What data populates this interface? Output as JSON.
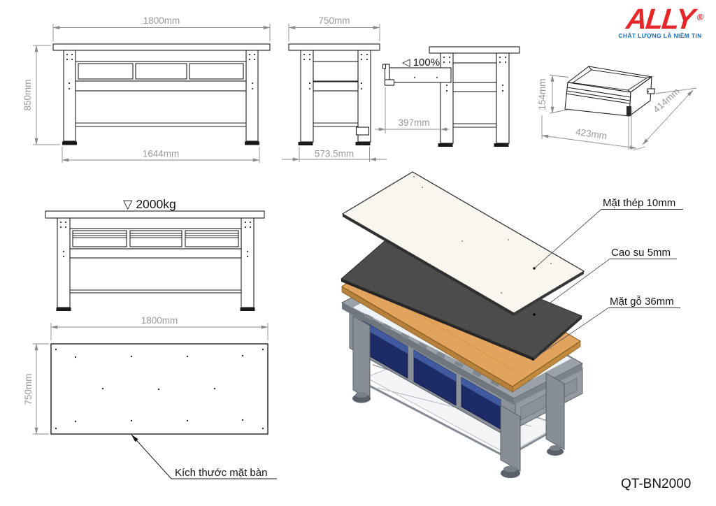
{
  "brand": {
    "name": "ALLY",
    "reg": "®",
    "tagline": "CHẤT LƯỢNG LÀ NIỀM TIN",
    "logo_color": "#e62629",
    "tagline_color": "#1d6ab4"
  },
  "model": {
    "code": "QT-BN2000"
  },
  "front_view": {
    "top_width": "1800mm",
    "height": "850mm",
    "foot_span": "1644mm"
  },
  "side_view": {
    "top_width": "750mm",
    "foot_span": "573.5mm"
  },
  "extended_view": {
    "extension_label": "◁ 100%",
    "extension_dim": "397mm"
  },
  "drawer_box": {
    "height": "154mm",
    "width": "423mm",
    "depth": "414mm"
  },
  "load_view": {
    "capacity_label": "▽ 2000kg"
  },
  "top_view": {
    "width": "1800mm",
    "depth": "750mm",
    "note": "Kích thước mặt bàn"
  },
  "exploded": {
    "steel_label": "Mặt thép 10mm",
    "rubber_label": "Cao su 5mm",
    "wood_label": "Mặt gỗ 36mm",
    "steel_color": "#f8f6ef",
    "rubber_color": "#4c4c4c",
    "wood_color": "#e2a35f",
    "frame_color": "#9aa1a9",
    "drawer_color": "#1d2c66"
  }
}
